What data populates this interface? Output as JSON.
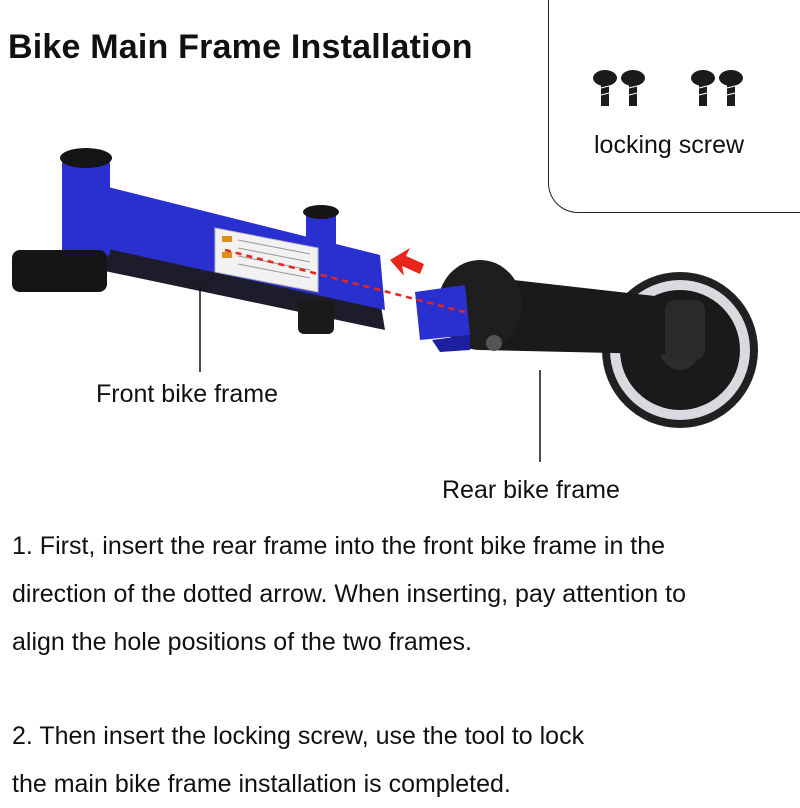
{
  "title": "Bike Main Frame Installation",
  "screw_label": "locking screw",
  "front_label": "Front bike frame",
  "rear_label": "Rear bike frame",
  "step1": {
    "line1": "1. First, insert the rear frame into the front bike frame in the",
    "line2": "direction of the dotted arrow. When inserting, pay attention to",
    "line3": "align the hole positions of the two frames."
  },
  "step2": {
    "line1": "2. Then insert the locking screw, use the tool to lock",
    "line2": "the main bike frame installation is completed."
  },
  "colors": {
    "frame_blue": "#2a2fd0",
    "rear_black": "#1a1a1a",
    "arrow_red": "#e8261c"
  },
  "icons": [
    "locking-screw-icon",
    "insert-direction-arrow-icon"
  ]
}
